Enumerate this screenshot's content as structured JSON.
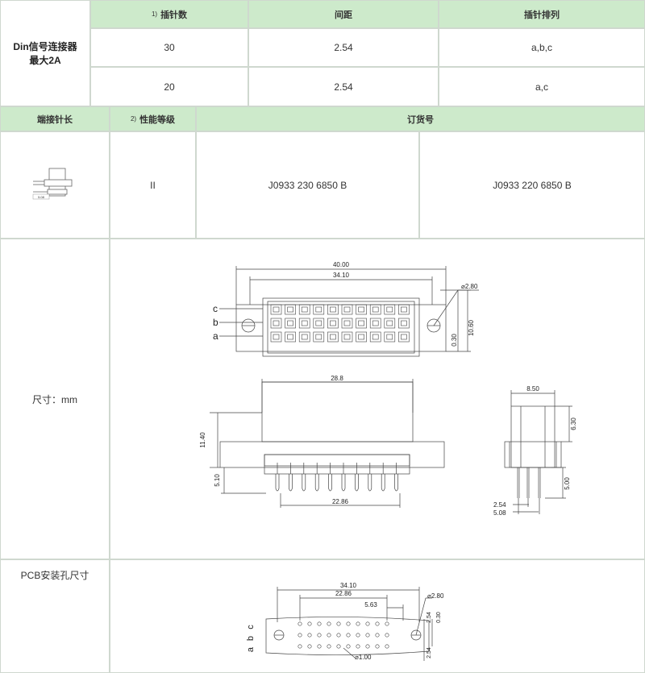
{
  "table1": {
    "row_label_line1": "Din信号连接器",
    "row_label_line2": "最大2A",
    "headers": [
      {
        "note": "1)",
        "label": "插针数"
      },
      {
        "note": "",
        "label": "间距"
      },
      {
        "note": "",
        "label": "插针排列"
      }
    ],
    "rows": [
      {
        "pins": "30",
        "pitch": "2.54",
        "arrangement": "a,b,c"
      },
      {
        "pins": "20",
        "pitch": "2.54",
        "arrangement": "a,c"
      }
    ]
  },
  "table2": {
    "headers": [
      {
        "note": "",
        "label": "端接针长"
      },
      {
        "note": "2)",
        "label": "性能等级"
      },
      {
        "note": "",
        "label": "订货号"
      }
    ],
    "thumbnail_dim": "5.08",
    "grade": "II",
    "order_numbers": [
      "J0933 230 6850 B",
      "J0933 220 6850 B"
    ]
  },
  "dimensions": {
    "label": "尺寸：mm",
    "top_view": {
      "width_total": "40.00",
      "width_inner": "34.10",
      "hole_dia": "2.80",
      "height": "10.60",
      "offset": "0.30",
      "rows": [
        "c",
        "b",
        "a"
      ]
    },
    "side_view": {
      "top_width": "28.8",
      "height": "11.40",
      "pin_len": "5.10",
      "pin_span": "22.86"
    },
    "end_view": {
      "width": "8.50",
      "body_h": "6.30",
      "pin_len": "5.00",
      "pitch1": "2.54",
      "pitch2": "5.08"
    }
  },
  "pcb": {
    "label": "PCB安装孔尺寸",
    "span_outer": "34.10",
    "span_inner": "22.86",
    "offset": "5.63",
    "hole_big": "2.80",
    "hole_small": "1.00",
    "pitch": "2.54",
    "offset2": "0.30",
    "rows": [
      "c",
      "b",
      "a"
    ]
  }
}
